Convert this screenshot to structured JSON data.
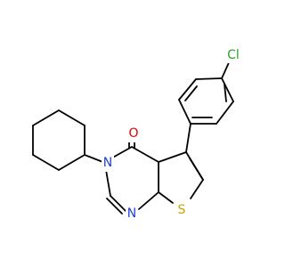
{
  "molecule": {
    "atoms": {
      "chlorine": {
        "label": "Cl",
        "color": "#2ca02c"
      },
      "oxygen": {
        "label": "O",
        "color": "#e00000"
      },
      "nitrogen_amide": {
        "label": "N",
        "color": "#1f3fd6"
      },
      "nitrogen_ring": {
        "label": "N",
        "color": "#1f3fd6"
      },
      "sulfur": {
        "label": "S",
        "color": "#c9a300"
      }
    }
  }
}
